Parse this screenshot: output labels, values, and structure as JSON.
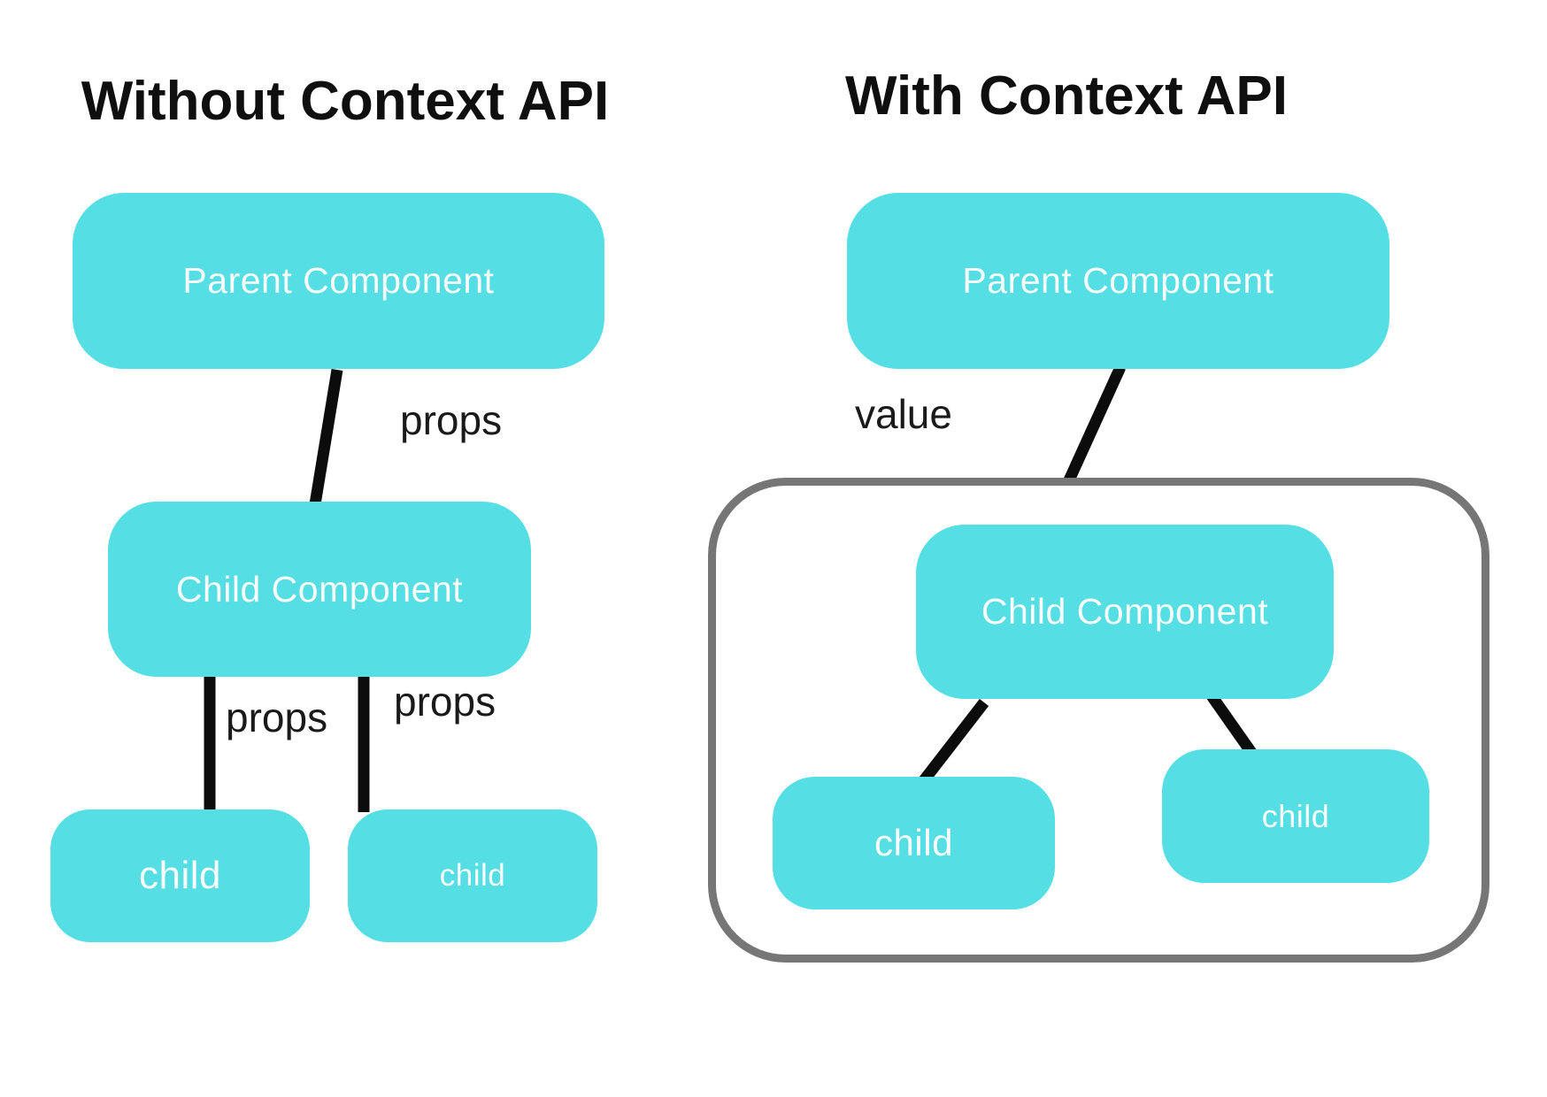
{
  "colors": {
    "box_fill": "#55dee4",
    "box_text": "#fafcfc",
    "title_text": "#0f0f0f",
    "edge_line": "#0c0c0c",
    "context_outline": "#767676",
    "edge_label_text": "#1a1a1a",
    "background": "#ffffff"
  },
  "left": {
    "title": "Without Context API",
    "parent_label": "Parent Component",
    "child_label": "Child Component",
    "leaf_left_label": "child",
    "leaf_right_label": "child",
    "edge_parent_child_label": "props",
    "edge_child_leaf_left_label": "props",
    "edge_child_leaf_right_label": "props"
  },
  "right": {
    "title": "With Context API",
    "parent_label": "Parent Component",
    "child_label": "Child Component",
    "leaf_left_label": "child",
    "leaf_right_label": "child",
    "edge_parent_context_label": "value"
  }
}
